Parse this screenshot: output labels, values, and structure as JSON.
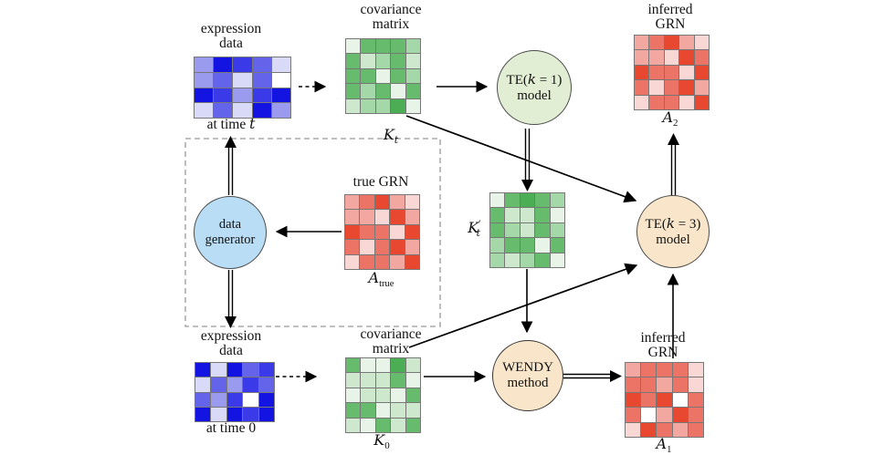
{
  "title": "GRN inference pipeline diagram",
  "texts": {
    "expr_top_1": "expression",
    "expr_top_2": "data",
    "at_time_t_pre": "at time ",
    "at_time_t_var": "t",
    "cov_top_1": "covariance",
    "cov_top_2": "matrix",
    "kt_base": "K",
    "kt_sub": "t",
    "te1_pre": "TE(",
    "te1_var": "k",
    "te1_post": " = 1)",
    "te1_line2": "model",
    "inferred_top_1": "inferred",
    "inferred_top_2": "GRN",
    "a2_base": "A",
    "a2_sub": "2",
    "true_grn": "true GRN",
    "atrue_base": "A",
    "atrue_sub": "true",
    "datagen_1": "data",
    "datagen_2": "generator",
    "ktp_base": "K",
    "ktp_prime": "′",
    "ktp_sub": "t",
    "te3_pre": "TE(",
    "te3_var": "k",
    "te3_post": " = 3)",
    "te3_line2": "model",
    "expr_bot_1": "expression",
    "expr_bot_2": "data",
    "at_time_0_pre": "at time ",
    "at_time_0_var": "0",
    "cov_bot_1": "covariance",
    "cov_bot_2": "matrix",
    "k0_base": "K",
    "k0_sub": "0",
    "wendy_1": "WENDY",
    "wendy_2": "method",
    "inferred_bot_1": "inferred",
    "inferred_bot_2": "GRN",
    "a1_base": "A",
    "a1_sub": "1"
  },
  "colors": {
    "data_generator_fill": "#b9ddf4",
    "te1_fill": "#e2eed4",
    "te3_fill": "#f9e6ca",
    "wendy_fill": "#f9e6ca",
    "arrow": "#000000",
    "dashed_box": "#999999",
    "grid_line": "#777777"
  },
  "palettes": {
    "blue": [
      "#ffffff",
      "#d9d9f8",
      "#9a9aef",
      "#6464ea",
      "#3a3ae8",
      "#1414e2"
    ],
    "green": [
      "#e8f4e8",
      "#cde8cd",
      "#a5d8a8",
      "#66bb6c",
      "#4cae54"
    ],
    "red": [
      "#ffffff",
      "#f8d7d4",
      "#f2a8a0",
      "#ec7466",
      "#e84730"
    ]
  },
  "matrices": {
    "expr_t": {
      "palette": "blue",
      "grid": [
        [
          2,
          5,
          4,
          3,
          1
        ],
        [
          2,
          3,
          1,
          3,
          0
        ],
        [
          5,
          4,
          2,
          4,
          5
        ],
        [
          1,
          3,
          1,
          5,
          2
        ]
      ]
    },
    "k_t": {
      "palette": "green",
      "grid": [
        [
          0,
          3,
          3,
          3,
          2
        ],
        [
          3,
          1,
          2,
          3,
          1
        ],
        [
          3,
          3,
          0,
          3,
          2
        ],
        [
          3,
          2,
          3,
          0,
          3
        ],
        [
          1,
          2,
          2,
          4,
          0
        ]
      ]
    },
    "a_2": {
      "palette": "red",
      "grid": [
        [
          2,
          3,
          4,
          2,
          1
        ],
        [
          2,
          2,
          1,
          4,
          3
        ],
        [
          4,
          3,
          3,
          1,
          4
        ],
        [
          3,
          1,
          3,
          4,
          2
        ],
        [
          1,
          3,
          3,
          1,
          4
        ]
      ]
    },
    "true_grn": {
      "palette": "red",
      "grid": [
        [
          2,
          3,
          4,
          2,
          1
        ],
        [
          2,
          2,
          1,
          4,
          2
        ],
        [
          4,
          3,
          3,
          1,
          4
        ],
        [
          3,
          1,
          3,
          4,
          2
        ],
        [
          1,
          3,
          3,
          2,
          4
        ]
      ]
    },
    "k_t_prime": {
      "palette": "green",
      "grid": [
        [
          0,
          3,
          4,
          3,
          2
        ],
        [
          3,
          1,
          1,
          3,
          0
        ],
        [
          3,
          2,
          1,
          3,
          2
        ],
        [
          2,
          3,
          3,
          0,
          3
        ],
        [
          2,
          1,
          2,
          3,
          0
        ]
      ]
    },
    "expr_0": {
      "palette": "blue",
      "grid": [
        [
          5,
          1,
          5,
          3,
          4
        ],
        [
          1,
          3,
          2,
          4,
          3
        ],
        [
          3,
          2,
          4,
          0,
          5
        ],
        [
          5,
          1,
          5,
          4,
          5
        ]
      ]
    },
    "k_0": {
      "palette": "green",
      "grid": [
        [
          3,
          0,
          0,
          4,
          1
        ],
        [
          1,
          1,
          1,
          3,
          0
        ],
        [
          0,
          1,
          1,
          0,
          3
        ],
        [
          3,
          3,
          0,
          1,
          1
        ],
        [
          1,
          0,
          3,
          1,
          3
        ]
      ]
    },
    "a_1": {
      "palette": "red",
      "grid": [
        [
          2,
          3,
          3,
          3,
          1
        ],
        [
          3,
          3,
          2,
          3,
          1
        ],
        [
          4,
          3,
          4,
          0,
          3
        ],
        [
          3,
          0,
          2,
          4,
          3
        ],
        [
          1,
          4,
          3,
          2,
          3
        ]
      ]
    }
  }
}
